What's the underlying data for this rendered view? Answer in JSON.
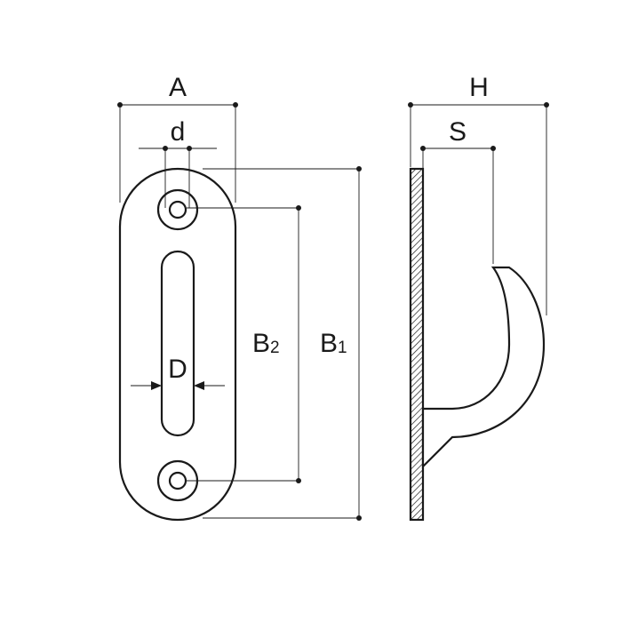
{
  "labels": {
    "A": "A",
    "d": "d",
    "B2": "B",
    "B2_sub": "2",
    "B1": "B",
    "B1_sub": "1",
    "D": "D",
    "H": "H",
    "S": "S"
  },
  "colors": {
    "line": "#1a1a1a",
    "background": "#ffffff"
  }
}
